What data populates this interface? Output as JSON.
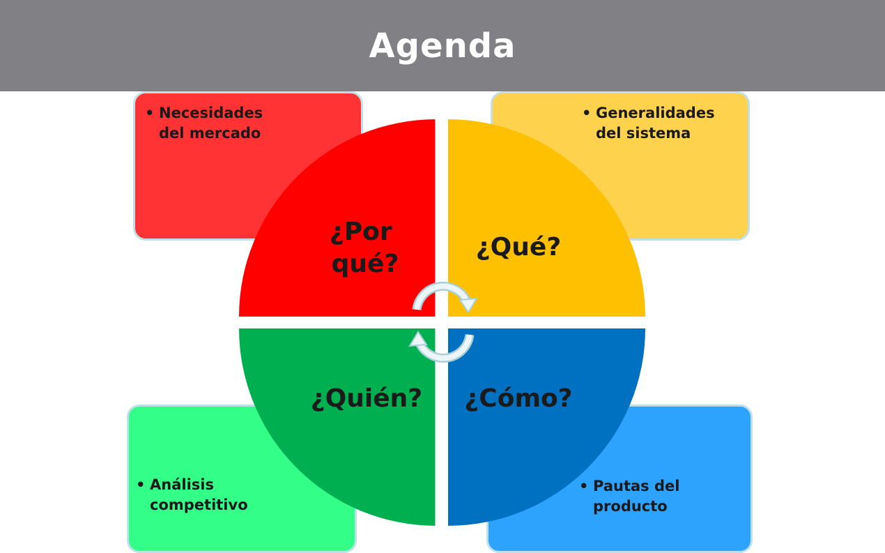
{
  "title": "Agenda",
  "quadrants": [
    {
      "label_lines": [
        "¿Por",
        "qué?"
      ],
      "bullet": [
        "Necesidades",
        "del mercado"
      ],
      "color": "#ff0000",
      "box_color": "#ff3333"
    },
    {
      "label_lines": [
        "¿Qué?"
      ],
      "bullet": [
        "Generalidades",
        "del sistema"
      ],
      "color": "#fec000",
      "box_color": "#fed24c"
    },
    {
      "label_lines": [
        "¿Quién?"
      ],
      "bullet": [
        "Análisis",
        "competitivo"
      ],
      "color": "#00b050",
      "box_color": "#33ff88"
    },
    {
      "label_lines": [
        "¿Cómo?"
      ],
      "bullet": [
        "Pautas del",
        "producto"
      ],
      "color": "#0070c0",
      "box_color": "#2ea3fe"
    }
  ],
  "center_icon": "cycle-arrows-icon"
}
